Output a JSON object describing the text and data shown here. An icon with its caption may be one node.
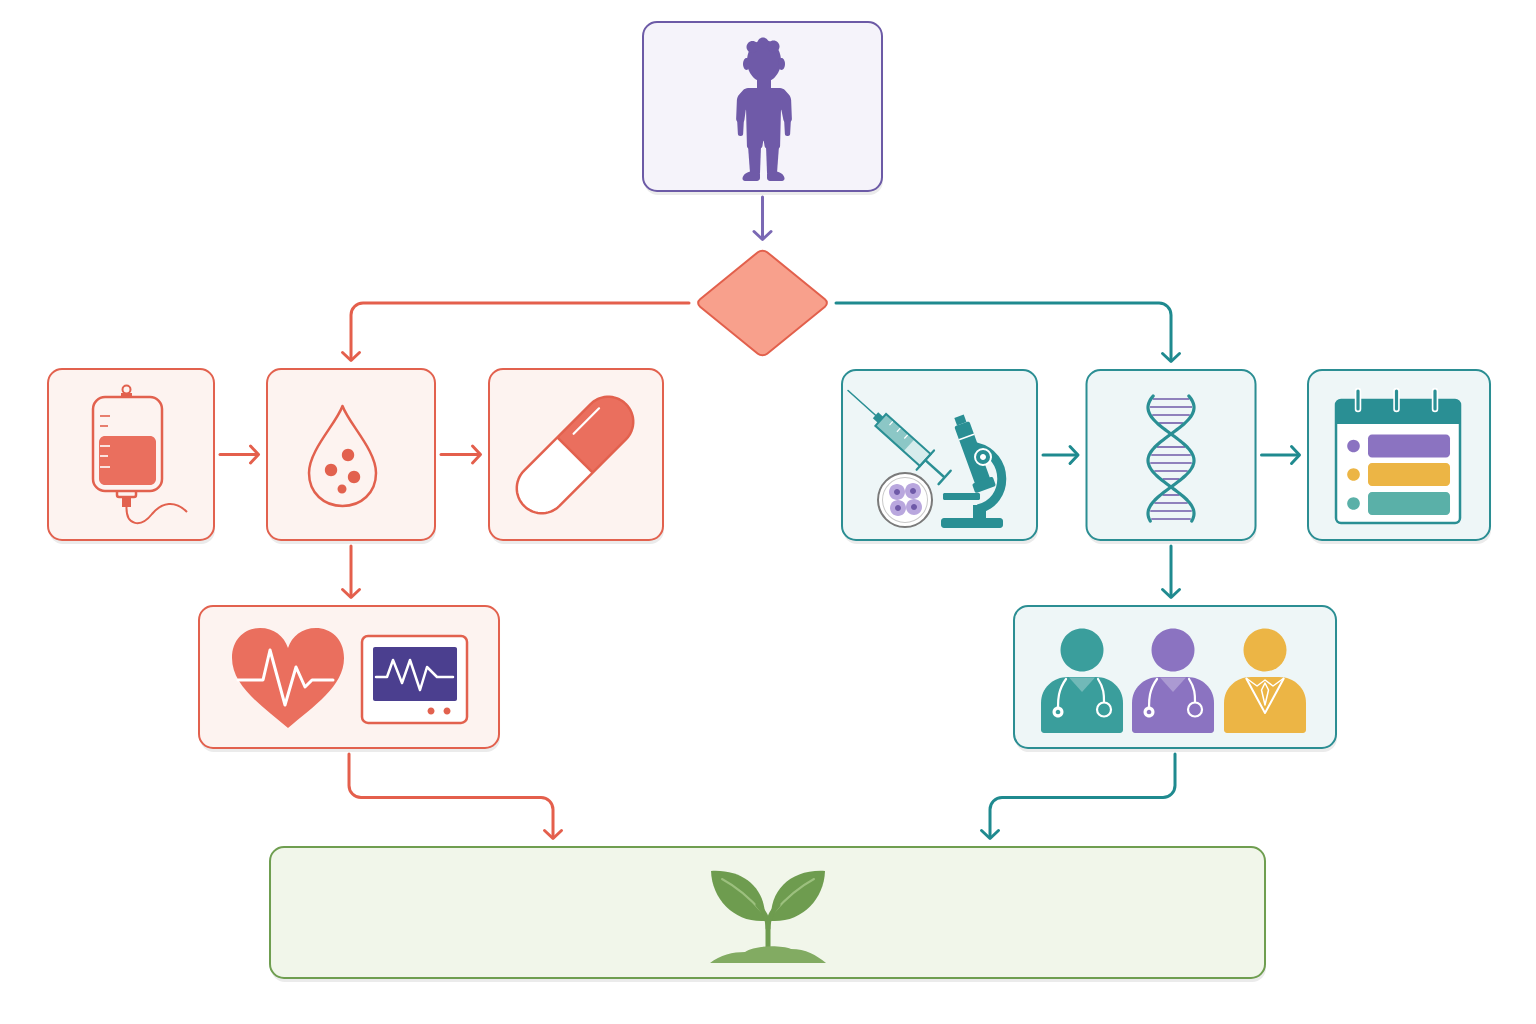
{
  "diagram": {
    "nodes": [
      {
        "text": [],
        "shape": "picture"
      },
      {
        "text": [],
        "shape": "diamond"
      },
      {
        "text": [],
        "shape": "picture"
      },
      {
        "text": [],
        "shape": "picture"
      },
      {
        "text": [],
        "shape": "picture"
      },
      {
        "text": [],
        "shape": "picture"
      },
      {
        "text": [],
        "shape": "picture"
      },
      {
        "text": [],
        "shape": "picture"
      },
      {
        "text": [],
        "shape": "picture"
      },
      {
        "text": [],
        "shape": "picture"
      },
      {
        "text": [],
        "shape": "picture"
      }
    ],
    "edges": [
      {
        "from": 0,
        "to": 1,
        "arrow": "to",
        "color": "#7a68b4"
      },
      {
        "from": 1,
        "to": 3,
        "arrow": "to",
        "color": "#e45f4c"
      },
      {
        "from": 1,
        "to": 7,
        "arrow": "to",
        "color": "#1f8a8f"
      },
      {
        "from": 2,
        "to": 3,
        "arrow": "to",
        "color": "#e45f4c"
      },
      {
        "from": 3,
        "to": 4,
        "arrow": "to",
        "color": "#e45f4c"
      },
      {
        "from": 3,
        "to": 5,
        "arrow": "to",
        "color": "#e45f4c"
      },
      {
        "from": 5,
        "to": 10,
        "arrow": "to",
        "color": "#e45f4c"
      },
      {
        "from": 6,
        "to": 7,
        "arrow": "to",
        "color": "#1f8a8f"
      },
      {
        "from": 7,
        "to": 8,
        "arrow": "to",
        "color": "#1f8a8f"
      },
      {
        "from": 7,
        "to": 9,
        "arrow": "to",
        "color": "#1f8a8f"
      },
      {
        "from": 9,
        "to": 10,
        "arrow": "to",
        "color": "#1f8a8f"
      }
    ]
  }
}
